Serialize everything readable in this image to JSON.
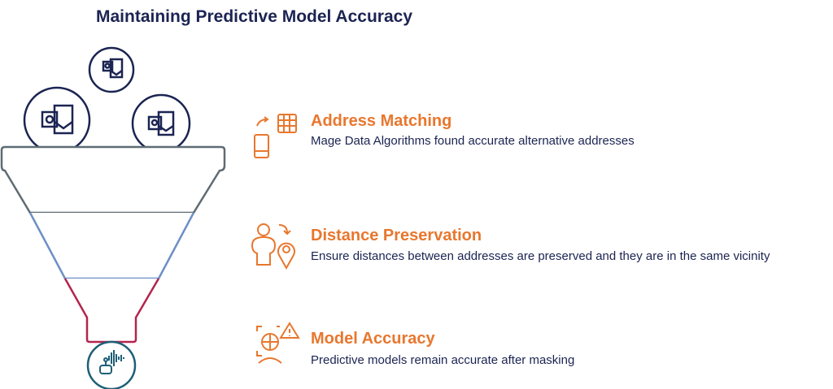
{
  "title": "Maintaining Predictive Model Accuracy",
  "colors": {
    "navy": "#1b2452",
    "orange": "#e8772e",
    "gray": "#5f6b73",
    "blue": "#6e8fc6",
    "red": "#b3244f",
    "teal": "#1d5f76"
  },
  "items": [
    {
      "heading": "Address Matching",
      "description": "Mage Data Algorithms found accurate alternative addresses",
      "icon": "phone-swap-table-icon"
    },
    {
      "heading": "Distance Preservation",
      "description": "Ensure distances between addresses are preserved and they are in the same vicinity",
      "icon": "person-location-icon"
    },
    {
      "heading": "Model Accuracy",
      "description": "Predictive models remain accurate after masking",
      "icon": "globe-alert-scan-icon"
    }
  ]
}
